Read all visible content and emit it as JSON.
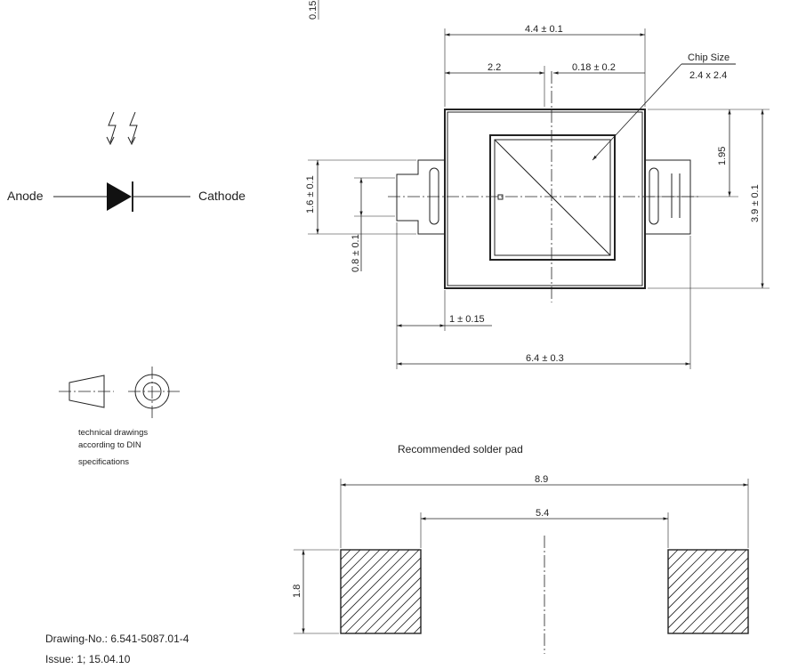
{
  "symbol": {
    "anode_label": "Anode",
    "cathode_label": "Cathode"
  },
  "din_note": {
    "lines": [
      "technical drawings",
      "according to DIN",
      "specifications"
    ]
  },
  "top_view": {
    "cut_label": "0.15",
    "dim_width": "4.4 ± 0.1",
    "dim_left": "2.2",
    "dim_offset": "0.18 ± 0.2",
    "chip_size_title": "Chip Size",
    "chip_size_value": "2.4 x 2.4",
    "dim_195": "1.95",
    "dim_height": "3.9 ± 0.1",
    "dim_lead_height": "1.6 ± 0.1",
    "dim_lead_inner": "0.8 ± 0.1",
    "dim_lead_len": "1 ± 0.15",
    "dim_overall": "6.4 ± 0.3"
  },
  "solder_pad": {
    "title": "Recommended solder pad",
    "dim_overall": "8.9",
    "dim_inner": "5.4",
    "dim_height": "1.8"
  },
  "footer": {
    "drawing_no": "Drawing-No.: 6.541-5087.01-4",
    "issue": "Issue:  1;  15.04.10"
  }
}
